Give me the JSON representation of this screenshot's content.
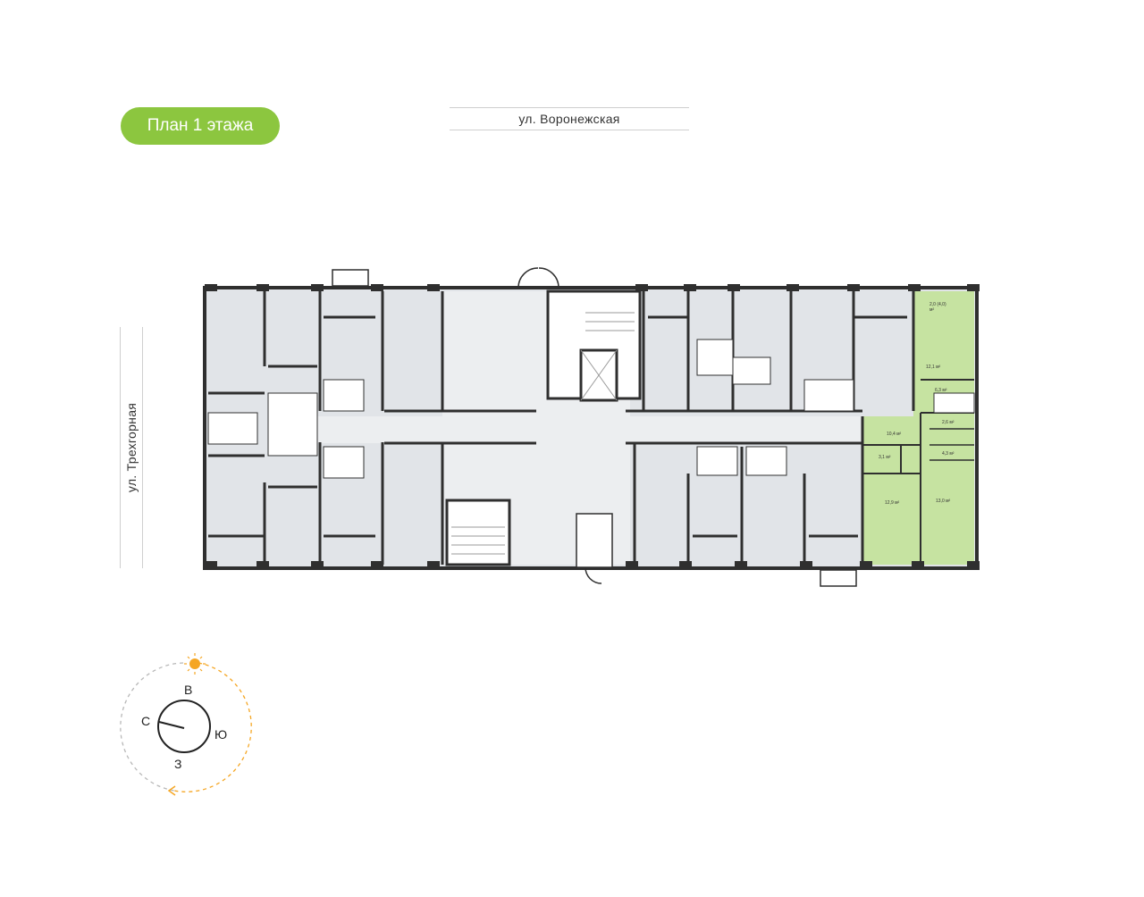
{
  "header": {
    "floor_label": "План 1 этажа"
  },
  "streets": {
    "top": "ул. Воронежская",
    "left": "ул. Трехгорная"
  },
  "colors": {
    "accent": "#8cc63f",
    "apartment_highlight": "#c6e3a1",
    "room_fill": "#e1e4e8",
    "common_fill": "#eceef0",
    "wall": "#2f2f2f",
    "sun": "#f5a623"
  },
  "highlighted_apartment": {
    "areas": [
      {
        "label": "2,0 (4,0)\nм²"
      },
      {
        "label": "12,1 м²"
      },
      {
        "label": "6,3 м²"
      },
      {
        "label": "10,4 м²"
      },
      {
        "label": "2,6 м²"
      },
      {
        "label": "4,3 м²"
      },
      {
        "label": "3,1 м²"
      },
      {
        "label": "12,9 м²"
      },
      {
        "label": "13,0 м²"
      }
    ]
  },
  "compass": {
    "north": "С",
    "east": "В",
    "south": "Ю",
    "west": "З",
    "icons": [
      "sun-icon",
      "arrow-icon"
    ]
  }
}
